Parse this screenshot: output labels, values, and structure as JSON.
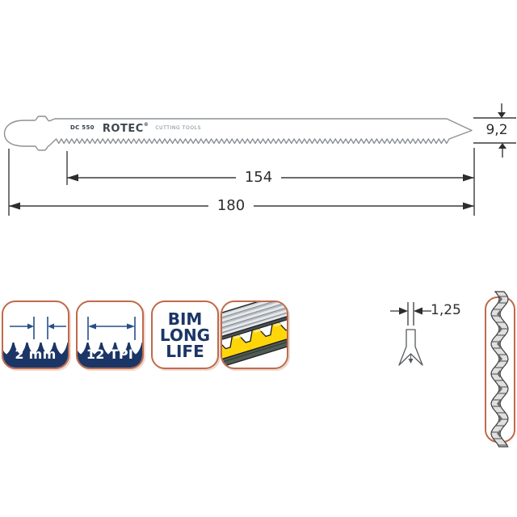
{
  "blade_print": {
    "model": "DC 550",
    "brand": "ROTEC",
    "reg": "®",
    "tagline": "CUTTING TOOLS"
  },
  "dimensions": {
    "blade_width_mm": "9,2",
    "tooth_length_mm": "154",
    "total_length_mm": "180",
    "thickness_mm": "1,25"
  },
  "badges": {
    "tooth_pitch": {
      "label": "2 mm"
    },
    "tooth_count": {
      "label": "12 TPI"
    },
    "material_type": {
      "line1": "BIM",
      "line2": "LONG",
      "line3": "LIFE"
    }
  },
  "icons": {
    "blade": "jigsaw-blade-side-view",
    "pitch": "tooth-pitch-arrows",
    "tpi": "tooth-span-arrow",
    "material": "sandwich-panel",
    "thickness": "tooth-cross-section",
    "set": "wavy-set-edge-profile"
  },
  "colors": {
    "navy": "#1b3666",
    "badge_border": "#bf6a4b",
    "arrow_blue": "#264f88",
    "core_yellow": "#ffd60a",
    "blade_outline": "#8c9094",
    "dimension_line": "#3a3a3a"
  }
}
